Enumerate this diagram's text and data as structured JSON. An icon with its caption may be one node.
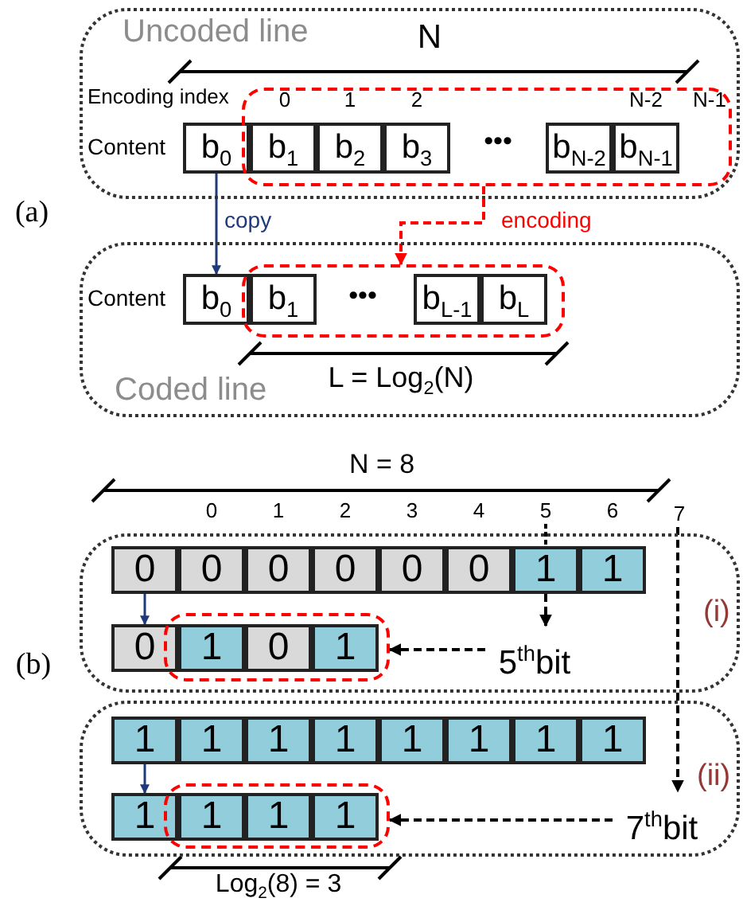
{
  "diagram": {
    "nodes": [
      {
        "text": [
          "Uncoded line"
        ]
      },
      {
        "text": [
          "b$_{0}$"
        ],
        "in": 0
      },
      {
        "text": [],
        "shape": "box",
        "in": 0
      },
      {
        "text": [
          "b$_{1}$"
        ],
        "in": 2
      },
      {
        "text": [
          "b$_{2}$"
        ],
        "in": 2
      },
      {
        "text": [
          "b$_{3}$"
        ],
        "in": 2
      },
      {
        "text": [
          "b$_{N-2}$"
        ],
        "in": 2
      },
      {
        "text": [
          "b$_{N-1}$"
        ],
        "in": 2
      },
      {
        "text": [
          "Coded line"
        ]
      },
      {
        "text": [
          "b$_{0}$"
        ],
        "in": 8
      },
      {
        "text": [],
        "shape": "box",
        "in": 8
      },
      {
        "text": [
          "b$_{1}$"
        ],
        "in": 10
      },
      {
        "text": [
          "b$_{L-1}$"
        ],
        "in": 10
      },
      {
        "text": [
          "b$_{L}$"
        ],
        "in": 10
      },
      {
        "text": [
          "(i)"
        ]
      },
      {
        "text": [
          "0"
        ],
        "in": 14
      },
      {
        "text": [
          "0"
        ],
        "in": 14
      },
      {
        "text": [
          "0"
        ],
        "in": 14
      },
      {
        "text": [
          "0"
        ],
        "in": 14
      },
      {
        "text": [
          "0"
        ],
        "in": 14
      },
      {
        "text": [
          "0"
        ],
        "in": 14
      },
      {
        "text": [
          "1"
        ],
        "in": 14
      },
      {
        "text": [
          "1"
        ],
        "in": 14
      },
      {
        "text": [
          "0"
        ],
        "in": 14
      },
      {
        "text": [],
        "shape": "box",
        "in": 14
      },
      {
        "text": [
          "1"
        ],
        "in": 24
      },
      {
        "text": [
          "0"
        ],
        "in": 24
      },
      {
        "text": [
          "1"
        ],
        "in": 24
      },
      {
        "text": [
          "5$^{th}$bit"
        ],
        "in": 14
      },
      {
        "text": [
          "(ii)"
        ]
      },
      {
        "text": [
          "1"
        ],
        "in": 29
      },
      {
        "text": [
          "1"
        ],
        "in": 29
      },
      {
        "text": [
          "1"
        ],
        "in": 29
      },
      {
        "text": [
          "1"
        ],
        "in": 29
      },
      {
        "text": [
          "1"
        ],
        "in": 29
      },
      {
        "text": [
          "1"
        ],
        "in": 29
      },
      {
        "text": [
          "1"
        ],
        "in": 29
      },
      {
        "text": [
          "1"
        ],
        "in": 29
      },
      {
        "text": [
          "1"
        ],
        "in": 29
      },
      {
        "text": [],
        "shape": "box",
        "in": 29
      },
      {
        "text": [
          "1"
        ],
        "in": 39
      },
      {
        "text": [
          "1"
        ],
        "in": 39
      },
      {
        "text": [
          "1"
        ],
        "in": 39
      },
      {
        "text": [
          "7$^{th}$bit"
        ],
        "in": 29
      },
      {
        "text": [
          "7"
        ]
      }
    ],
    "edges": [
      {
        "from": 1,
        "to": 9,
        "arrow": "to",
        "label": "copy",
        "color": "#1f3a7a"
      },
      {
        "from": 2,
        "to": 10,
        "arrow": "to",
        "label": "encoding",
        "style": "dashed",
        "color": "#ff0000"
      },
      {
        "from": 15,
        "to": 23,
        "arrow": "to",
        "color": "#1f3a7a"
      },
      {
        "from": 21,
        "to": 28,
        "arrow": "to",
        "style": "dashed"
      },
      {
        "from": 28,
        "to": 24,
        "arrow": "to",
        "style": "dashed"
      },
      {
        "from": 30,
        "to": 38,
        "arrow": "to",
        "color": "#1f3a7a"
      },
      {
        "from": 44,
        "to": 43,
        "arrow": "to",
        "style": "dashed"
      },
      {
        "from": 43,
        "to": 39,
        "arrow": "to",
        "style": "dashed"
      }
    ],
    "labels": [
      "N",
      "Encoding index",
      "0",
      "1",
      "2",
      "N-2",
      "N-1",
      "Content",
      "•••",
      "(a)",
      "Content",
      "•••",
      "L = Log$_{2}$(N)",
      "N = 8",
      "0",
      "1",
      "2",
      "3",
      "4",
      "5",
      "6",
      "(b)",
      "Log$_{2}$(8) = 3"
    ]
  }
}
